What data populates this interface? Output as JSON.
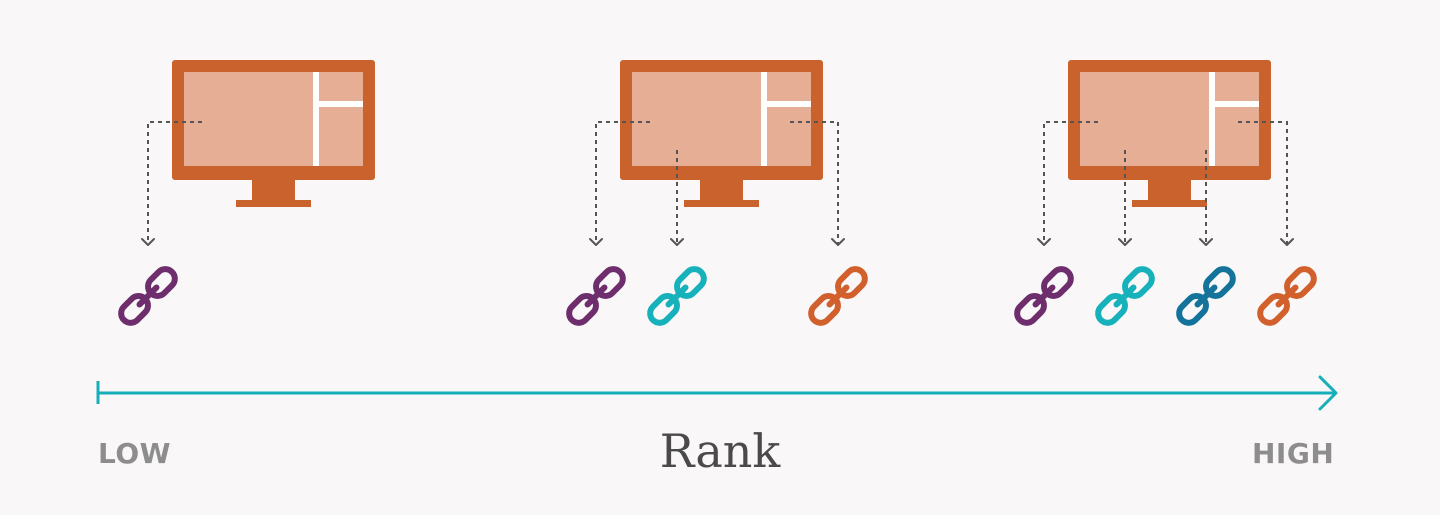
{
  "axis": {
    "low_label": "LOW",
    "high_label": "HIGH",
    "title": "Rank"
  },
  "colors": {
    "background": "#f9f7f7",
    "monitor_frame": "#c9622d",
    "monitor_screen": "#e6ae94",
    "monitor_divider": "#ffffff",
    "connector_line": "#555555",
    "axis_line": "#16aeb8",
    "end_label": "#8e8d8d",
    "title_text": "#4a4a4a",
    "link_purple": "#6e2d6c",
    "link_teal": "#17b1bb",
    "link_dark_teal": "#13739a",
    "link_orange": "#d1602d"
  },
  "icons": {
    "monitor": "monitor-icon",
    "link": "link-icon",
    "connector": "dotted-arrow",
    "axis": "arrow-right"
  },
  "diagram": {
    "groups": [
      {
        "name": "low-rank",
        "link_colors": [
          "link_purple"
        ]
      },
      {
        "name": "mid-rank",
        "link_colors": [
          "link_purple",
          "link_teal",
          "link_orange"
        ]
      },
      {
        "name": "high-rank",
        "link_colors": [
          "link_purple",
          "link_teal",
          "link_dark_teal",
          "link_orange"
        ]
      }
    ]
  }
}
